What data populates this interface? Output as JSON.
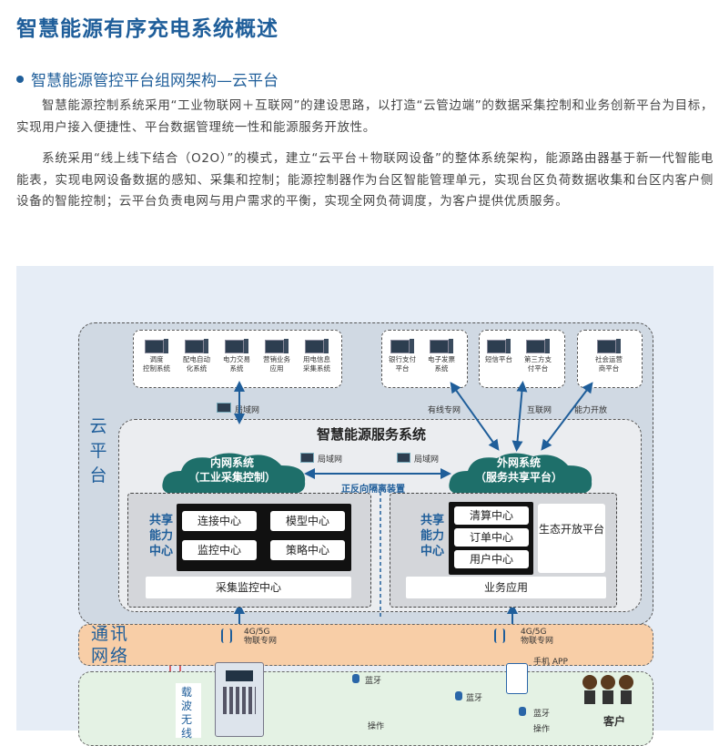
{
  "header": {
    "title": "智慧能源有序充电系统概述",
    "subtitle": "智慧能源管控平台组网架构—云平台"
  },
  "paragraphs": {
    "p1": "智慧能源控制系统采用“工业物联网＋互联网”的建设思路，以打造“云管边端”的数据采集控制和业务创新平台为目标，实现用户接入便捷性、平台数据管理统一性和能源服务开放性。",
    "p2": "系统采用“线上线下结合（O2O）”的模式，建立“云平台＋物联网设备”的整体系统架构，能源路由器基于新一代智能电能表，实现电网设备数据的感知、采集和控制；能源控制器作为台区智能管理单元，实现台区负荷数据收集和台区内客户侧设备的智能控制；云平台负责电网与用户需求的平衡，实现全网负荷调度，为客户提供优质服务。"
  },
  "diagram": {
    "cloud_label": "云平台",
    "internal_terminals": [
      {
        "l1": "调度",
        "l2": "控制系统"
      },
      {
        "l1": "配电自动",
        "l2": "化系统"
      },
      {
        "l1": "电力交易",
        "l2": "系统"
      },
      {
        "l1": "营销业务",
        "l2": "应用"
      },
      {
        "l1": "用电信息",
        "l2": "采集系统"
      }
    ],
    "external_terminals_a": [
      {
        "l1": "银行支付",
        "l2": "平台"
      },
      {
        "l1": "电子发票",
        "l2": "系统"
      }
    ],
    "external_terminals_b": [
      {
        "l1": "短信平台",
        "l2": ""
      },
      {
        "l1": "第三方支",
        "l2": "付平台"
      }
    ],
    "external_terminals_c": [
      {
        "l1": "社会运营",
        "l2": "商平台"
      }
    ],
    "lan": "局域网",
    "lan2": "局域网",
    "lan3": "局域网",
    "wired": "有线专网",
    "internet": "互联网",
    "open": "能力开放",
    "service_title": "智慧能源服务系统",
    "inner_cloud": {
      "l1": "内网系统",
      "l2": "（工业采集控制）"
    },
    "outer_cloud": {
      "l1": "外网系统",
      "l2": "（服务共享平台）"
    },
    "isolation": "正反向隔离装置",
    "left_panel": {
      "share": "共享能力中心",
      "btns": [
        "连接中心",
        "模型中心",
        "监控中心",
        "策略中心"
      ],
      "bottom": "采集监控中心"
    },
    "right_panel": {
      "share": "共享能力中心",
      "btns": [
        "清算中心",
        "订单中心",
        "用户中心"
      ],
      "eco": "生态开放平台",
      "bottom": "业务应用"
    },
    "comm_label": "通讯网络",
    "net_left": {
      "l1": "4G/5G",
      "l2": "物联专网"
    },
    "net_right": {
      "l1": "4G/5G",
      "l2": "物联专网"
    },
    "carrier": "载波无线",
    "app": "手机 APP",
    "bt1": "蓝牙",
    "bt2": "蓝牙",
    "bt3": "蓝牙",
    "op1": "操作",
    "op2": "操作",
    "customer": "客户"
  }
}
